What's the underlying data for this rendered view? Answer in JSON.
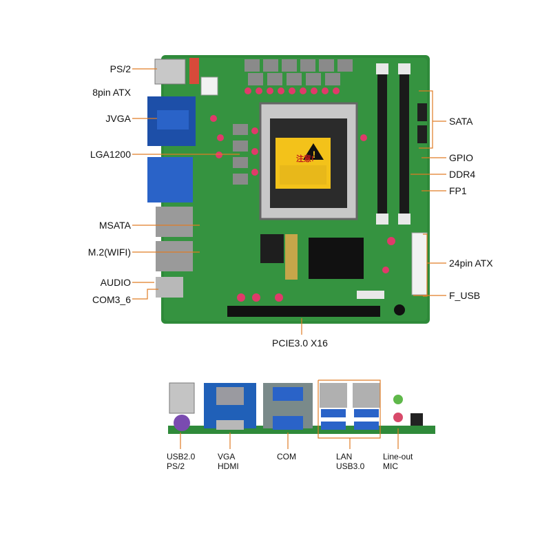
{
  "top_left_labels": [
    "PS/2",
    "8pin ATX",
    "JVGA",
    "LGA1200",
    "MSATA",
    "M.2(WIFI)",
    "AUDIO",
    "COM3_6"
  ],
  "top_right_labels": [
    "SATA",
    "GPIO",
    "DDR4",
    "FP1",
    "24pin ATX",
    "F_USB"
  ],
  "bottom_center_label": "PCIE3.0 X16",
  "cpu_warning_text": "注意!",
  "io_labels": [
    {
      "line1": "USB2.0",
      "line2": "PS/2"
    },
    {
      "line1": "VGA",
      "line2": "HDMI"
    },
    {
      "line1": "COM",
      "line2": ""
    },
    {
      "line1": "LAN",
      "line2": "USB3.0"
    },
    {
      "line1": "Line-out",
      "line2": "MIC"
    }
  ],
  "colors": {
    "pcb": "#2f8a3a",
    "leader": "#e07c24",
    "vga_blue": "#1d4fa8",
    "sata_red": "#cc2a2a"
  }
}
